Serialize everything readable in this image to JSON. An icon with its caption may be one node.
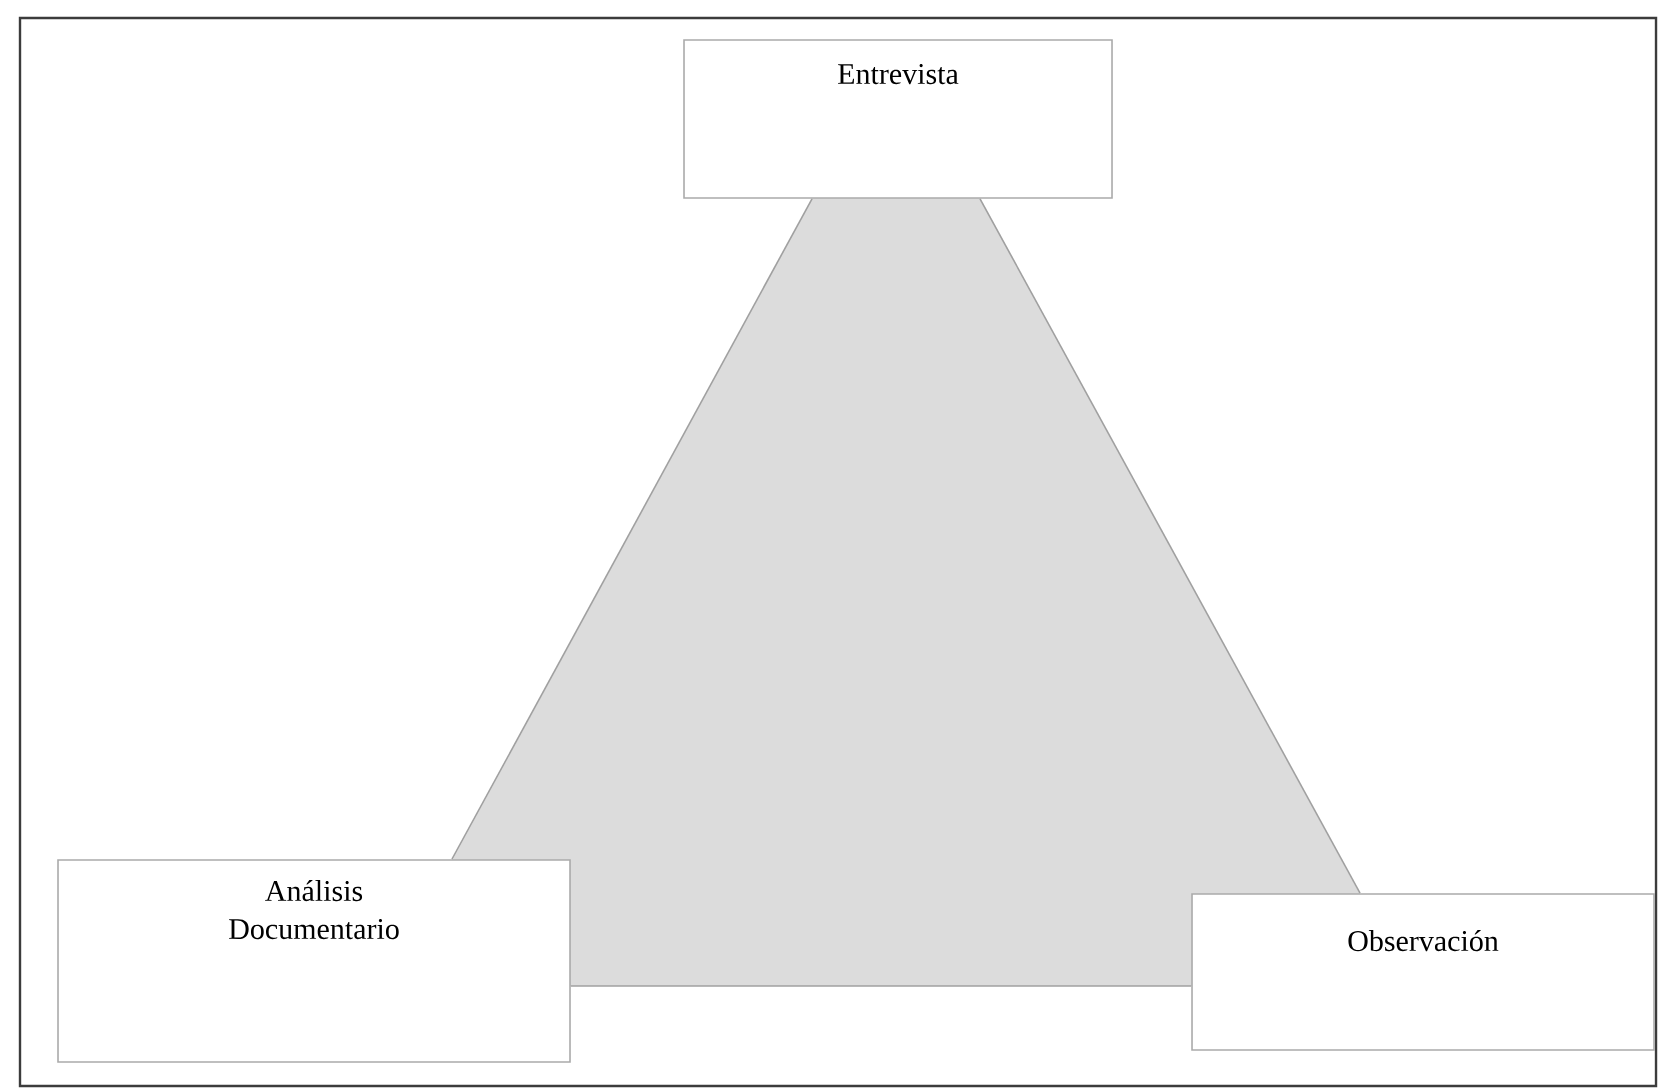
{
  "diagram": {
    "nodes": [
      {
        "text": [
          "Entrevista"
        ]
      },
      {
        "text": [
          "Análisis Documentario"
        ]
      },
      {
        "text": [
          "Observación"
        ]
      }
    ],
    "edges": [
      {
        "from": 0,
        "to": 1,
        "arrow": "none"
      },
      {
        "from": 0,
        "to": 2,
        "arrow": "none"
      },
      {
        "from": 1,
        "to": 2,
        "arrow": "none"
      }
    ]
  }
}
